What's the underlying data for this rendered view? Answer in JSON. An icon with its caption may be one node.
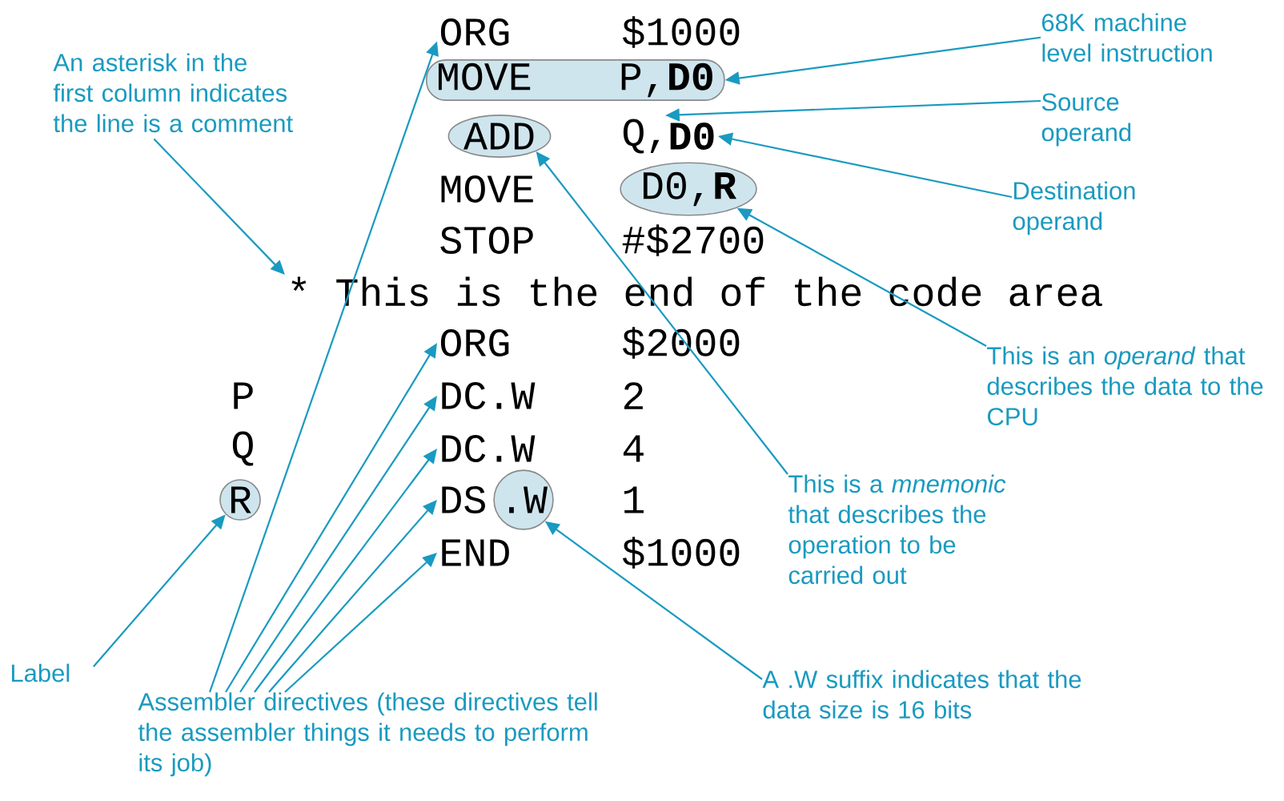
{
  "diagram": {
    "nodes": [
      {
        "text": [
          "ORG"
        ]
      },
      {
        "text": [
          "68K machine level instruction"
        ]
      },
      {
        "text": [
          "An asterisk in the first column indicates the line is a comment"
        ]
      },
      {
        "text": [
          "MOVE",
          "P,**D0**"
        ]
      },
      {
        "text": [
          "Source operand"
        ]
      },
      {
        "text": [
          "ADD"
        ]
      },
      {
        "text": [
          "Q,"
        ]
      },
      {
        "text": [
          "D0"
        ]
      },
      {
        "text": [
          "Destination operand"
        ]
      },
      {
        "text": [
          "D0,**R**"
        ]
      },
      {
        "text": [
          "* This is the end of the code area"
        ]
      },
      {
        "text": [
          "ORG"
        ]
      },
      {
        "text": [
          "This is an *operand* that describes the data to the CPU"
        ]
      },
      {
        "text": [
          "DC.W"
        ]
      },
      {
        "text": [
          "DC.W"
        ]
      },
      {
        "text": [
          "R"
        ]
      },
      {
        "text": [
          "DS"
        ]
      },
      {
        "text": [
          ".W"
        ]
      },
      {
        "text": [
          "This is a *mnemonic* that describes the operation to be carried out"
        ]
      },
      {
        "text": [
          "END"
        ]
      },
      {
        "text": [
          "Label"
        ]
      },
      {
        "text": [
          "A .W suffix indicates that the data size is 16 bits"
        ]
      },
      {
        "text": [
          "Assembler directives (these directives tell the assembler things it needs to perform its job)"
        ]
      }
    ],
    "edges": [
      {
        "from": 1,
        "to": 3,
        "arrow": "to"
      },
      {
        "from": 4,
        "to": 6,
        "arrow": "to"
      },
      {
        "from": 8,
        "to": 7,
        "arrow": "to"
      },
      {
        "from": 12,
        "to": 9,
        "arrow": "to"
      },
      {
        "from": 18,
        "to": 5,
        "arrow": "to"
      },
      {
        "from": 2,
        "to": 10,
        "arrow": "to"
      },
      {
        "from": 21,
        "to": 17,
        "arrow": "to"
      },
      {
        "from": 20,
        "to": 15,
        "arrow": "to"
      },
      {
        "from": 22,
        "to": 0,
        "arrow": "to"
      },
      {
        "from": 22,
        "to": 11,
        "arrow": "to"
      },
      {
        "from": 22,
        "to": 13,
        "arrow": "to"
      },
      {
        "from": 22,
        "to": 14,
        "arrow": "to"
      },
      {
        "from": 22,
        "to": 16,
        "arrow": "to"
      },
      {
        "from": 22,
        "to": 19,
        "arrow": "to"
      }
    ],
    "labels": [
      "$1000",
      "MOVE",
      "STOP",
      "#$2700",
      "$2000",
      "P",
      "2",
      "Q",
      "4",
      "1",
      "$1000"
    ]
  }
}
